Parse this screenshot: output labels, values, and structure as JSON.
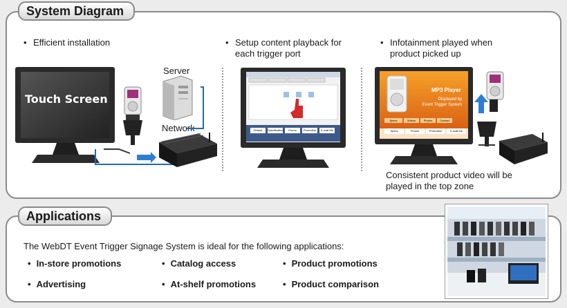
{
  "system_diagram": {
    "title": "System Diagram",
    "col1": {
      "bullet": "Efficient installation",
      "screen_label": "Touch Screen",
      "server_label": "Server",
      "network_label": "Network"
    },
    "col2": {
      "bullet_line1": "Setup content playback for",
      "bullet_line2": "each trigger port",
      "ui_buttons": [
        "Default",
        "Specification",
        "Promo",
        "Promotion",
        "E-mail Me"
      ]
    },
    "col3": {
      "bullet_line1": "Infotainment played when",
      "bullet_line2": "product picked up",
      "screen_title": "MP3 Player",
      "screen_sub1": "Displayed by",
      "screen_sub2": "Event Trigger System",
      "tabs": [
        "Specs",
        "Videos",
        "Photos",
        "Contact"
      ],
      "buttons": [
        "Specs",
        "Photos",
        "Promotion",
        "E-mail Me"
      ],
      "caption_line1": "Consistent product video will be",
      "caption_line2": "played in the top zone"
    }
  },
  "applications": {
    "title": "Applications",
    "intro": "The WebDT Event Trigger Signage System is ideal for the following applications:",
    "items": [
      "In-store promotions",
      "Catalog access",
      "Product promotions",
      "Advertising",
      "At-shelf promotions",
      "Product comparison"
    ]
  },
  "colors": {
    "accent_blue": "#1f6ab8",
    "border": "#8a8a8a",
    "orange": "#e8751a"
  }
}
